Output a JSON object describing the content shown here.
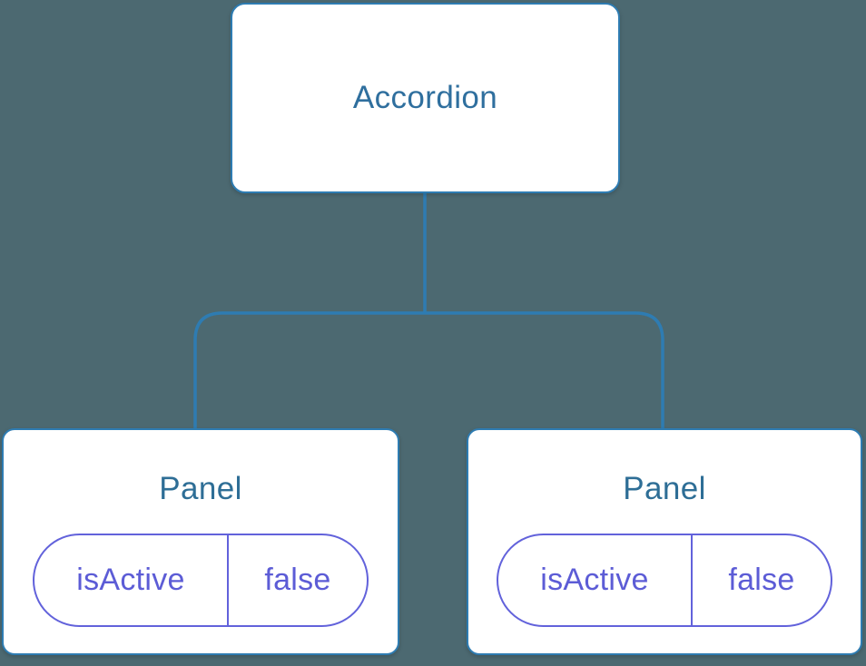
{
  "diagram": {
    "root": {
      "label": "Accordion"
    },
    "children": [
      {
        "label": "Panel",
        "state": {
          "key": "isActive",
          "value": "false"
        }
      },
      {
        "label": "Panel",
        "state": {
          "key": "isActive",
          "value": "false"
        }
      }
    ]
  },
  "theme": {
    "bg": "#4C6971",
    "connector": "#2E7CB2",
    "node_border": "#2E7CB2",
    "node_fill": "#FFFFFF",
    "root_text": "#2F6F9E",
    "panel_text": "#2E6E96",
    "state_border": "#6262DB",
    "state_text": "#5C5CD6"
  }
}
